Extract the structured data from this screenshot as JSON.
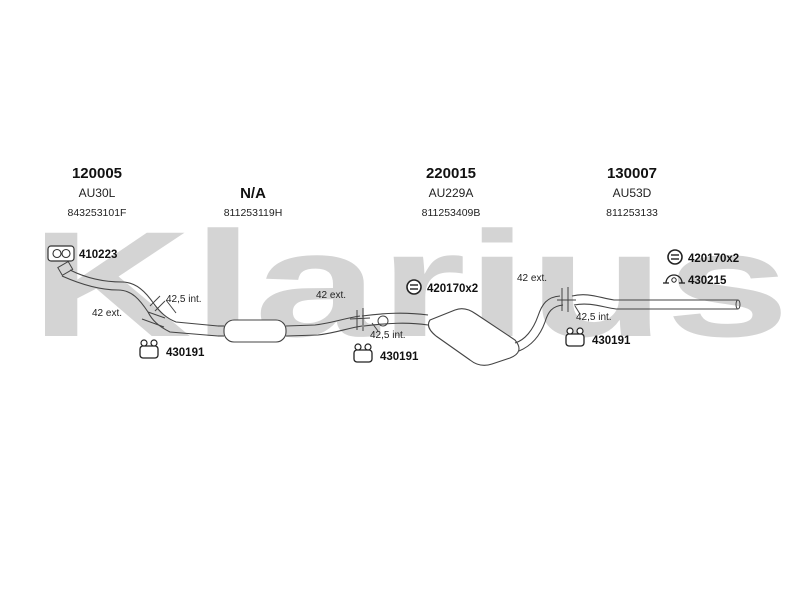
{
  "watermark": "Klarius",
  "columns": [
    {
      "part_number": "120005",
      "name": "AU30L",
      "oe_number": "843253101F"
    },
    {
      "part_number": "N/A",
      "name": "",
      "oe_number": "811253119H"
    },
    {
      "part_number": "220015",
      "name": "AU229A",
      "oe_number": "811253409B"
    },
    {
      "part_number": "130007",
      "name": "AU53D",
      "oe_number": "811253133"
    }
  ],
  "fittings": {
    "gasket": "410223",
    "clamp_mid": "420170x2",
    "clamp_rear": "420170x2",
    "hanger_rear": "430215",
    "rubber_1": "430191",
    "rubber_2": "430191",
    "rubber_3": "430191"
  },
  "dimensions": {
    "j1_ext": "42 ext.",
    "j1_int": "42,5 int.",
    "j2_ext": "42 ext.",
    "j2_int": "42,5 int.",
    "j3_ext": "42 ext.",
    "j3_int": "42,5 int."
  }
}
